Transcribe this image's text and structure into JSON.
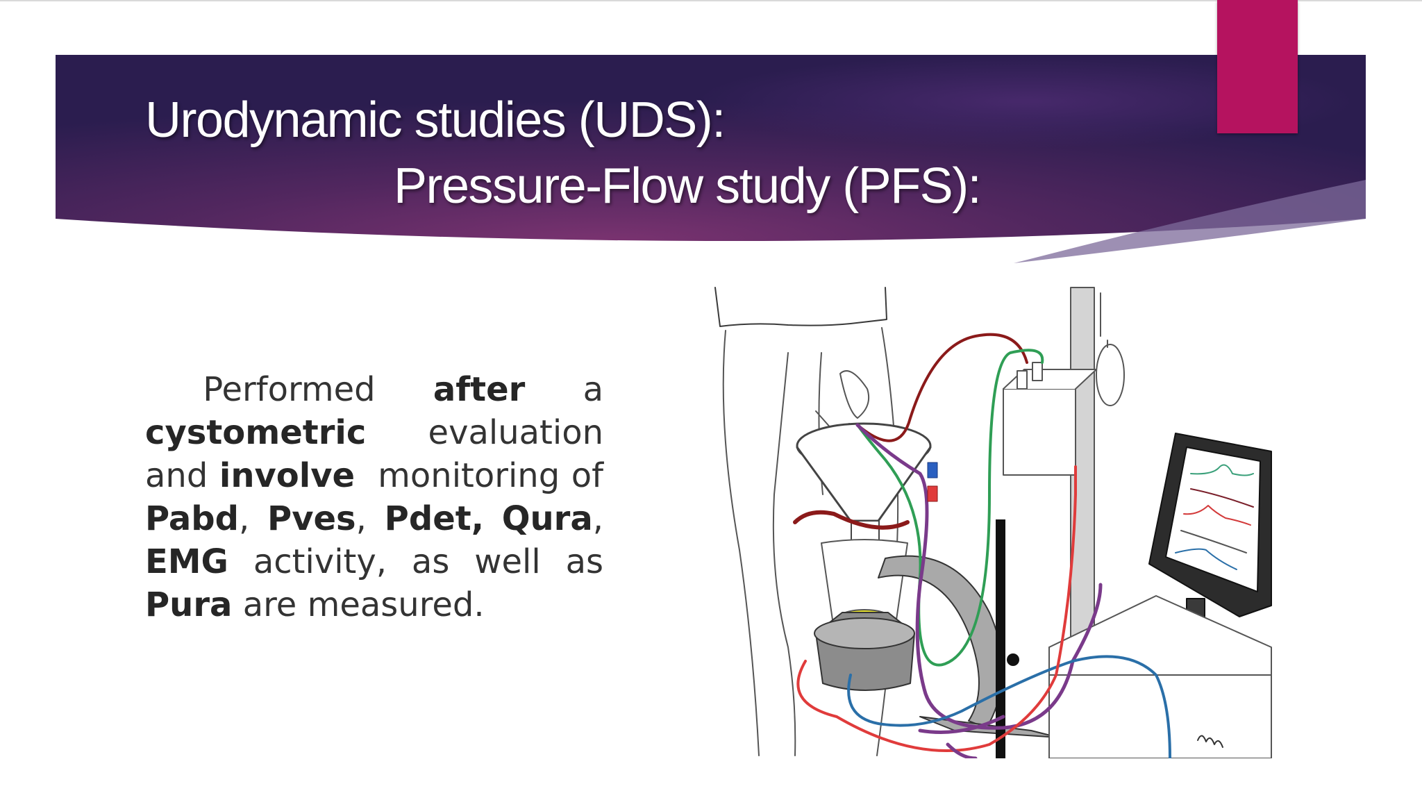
{
  "slide": {
    "title_line1": "Urodynamic studies (UDS):",
    "title_line2": "Pressure-Flow study (PFS):",
    "body": {
      "w_performed": "Performed",
      "w_after": "after",
      "w_a": "a",
      "w_cystometric": "cystometric",
      "w_evaluation": "evaluation",
      "w_and": "and",
      "w_involve": "involve",
      "w_monitoring": "monitoring of",
      "w_pabd": "Pabd",
      "w_pves": "Pves",
      "w_pdet": "Pdet,",
      "w_qura": "Qura",
      "w_emg": "EMG",
      "w_activity": "activity, as well as",
      "w_pura": "Pura",
      "w_are": "are",
      "w_measured": "measured."
    },
    "figure": {
      "icon": "uroflowmetry-setup-illustration"
    }
  },
  "colors": {
    "banner_dark": "#2a1a4a",
    "banner_mid": "#4a2458",
    "banner_glow": "#6a2f66",
    "accent_tab": "#b5135f"
  }
}
